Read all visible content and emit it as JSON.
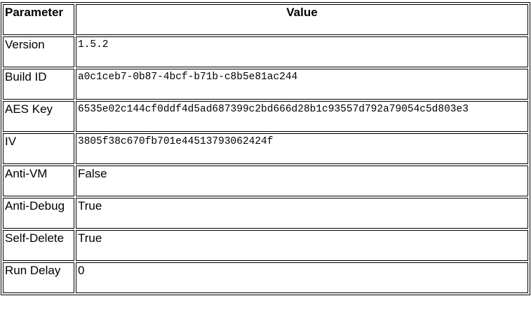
{
  "table": {
    "headers": {
      "parameter": "Parameter",
      "value": "Value"
    },
    "rows": [
      {
        "parameter": "Version",
        "value": "1.5.2",
        "monospace": true
      },
      {
        "parameter": "Build ID",
        "value": "a0c1ceb7-0b87-4bcf-b71b-c8b5e81ac244",
        "monospace": true
      },
      {
        "parameter": "AES Key",
        "value": "6535e02c144cf0ddf4d5ad687399c2bd666d28b1c93557d792a79054c5d803e3",
        "monospace": true
      },
      {
        "parameter": "IV",
        "value": "3805f38c670fb701e44513793062424f",
        "monospace": true
      },
      {
        "parameter": "Anti-VM",
        "value": "False",
        "monospace": false
      },
      {
        "parameter": "Anti-Debug",
        "value": "True",
        "monospace": false
      },
      {
        "parameter": "Self-Delete",
        "value": "True",
        "monospace": false
      },
      {
        "parameter": "Run Delay",
        "value": "0",
        "monospace": false
      }
    ]
  }
}
